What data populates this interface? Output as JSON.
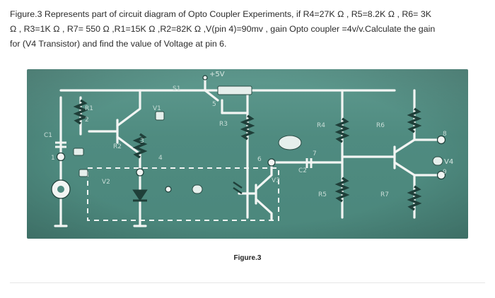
{
  "question": {
    "line1": "Figure.3 Represents part of circuit diagram of Opto Coupler Experiments,  if  R4=27K Ω ,  R5=8.2K Ω ,  R6= 3K",
    "line2": "Ω , R3=1K Ω  , R7= 550 Ω ,R1=15K Ω ,R2=82K Ω ,V(pin 4)=90mv , gain Opto coupler =4v/v.Calculate the gain",
    "line3": "for (V4 Transistor) and find the value of Voltage at pin 6."
  },
  "figure": {
    "caption": "Figure.3",
    "labels": {
      "supply": "+5V",
      "s1": "S1",
      "r1": "R1",
      "v1": "V1",
      "c1": "C1",
      "r2": "R2",
      "v2": "V2",
      "r3": "R3",
      "v3": "V3",
      "r4": "R4",
      "r6": "R6",
      "r5": "R5",
      "r7": "R7",
      "c2": "C2",
      "v4": "V4",
      "pin1": "1",
      "pin2": "2",
      "pin3": "3",
      "pin4": "4",
      "pin5": "5",
      "pin6": "6",
      "pin7": "7",
      "pin8": "8",
      "pin9": "9"
    }
  }
}
